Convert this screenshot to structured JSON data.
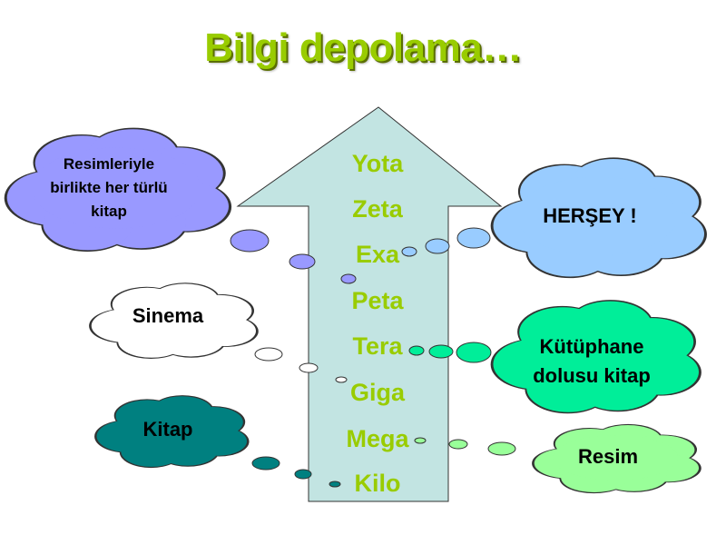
{
  "title": "Bilgi depolama…",
  "units": [
    "Yota",
    "Zeta",
    "Exa",
    "Peta",
    "Tera",
    "Giga",
    "Mega",
    "Kilo"
  ],
  "clouds": {
    "resimleriyle": "Resimleriyle birlikte her türlü kitap",
    "sinema": "Sinema",
    "kitap": "Kitap",
    "hersey": "HERŞEY !",
    "kutuphane": "Kütüphane dolusu kitap",
    "resim": "Resim"
  },
  "colors": {
    "title": "#99cc00",
    "arrow": "#c2e4e2",
    "unit_text": "#99cc00",
    "cloud_purple": "#9999ff",
    "cloud_white": "#ffffff",
    "cloud_teal": "#008080",
    "cloud_blue": "#99ccff",
    "cloud_green": "#00ee99",
    "cloud_lightgreen": "#99ff99"
  }
}
